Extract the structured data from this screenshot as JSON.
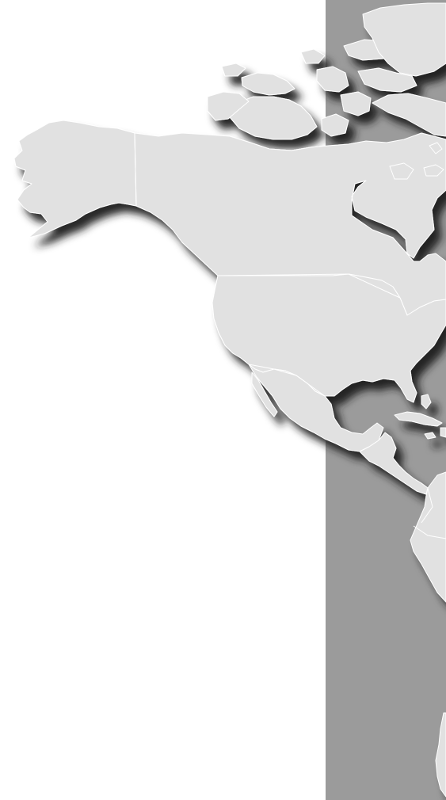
{
  "map": {
    "colors": {
      "page_background": "#ffffff",
      "panel_background": "#9b9b9b",
      "land_fill": "#e1e1e1",
      "border_stroke": "#ffffff",
      "shadow": "#1e1e1e"
    },
    "regions": [
      "alaska",
      "canada",
      "arctic-archipelago",
      "greenland",
      "usa",
      "mexico",
      "central-america",
      "cuba",
      "caribbean-islands",
      "south-america"
    ]
  }
}
